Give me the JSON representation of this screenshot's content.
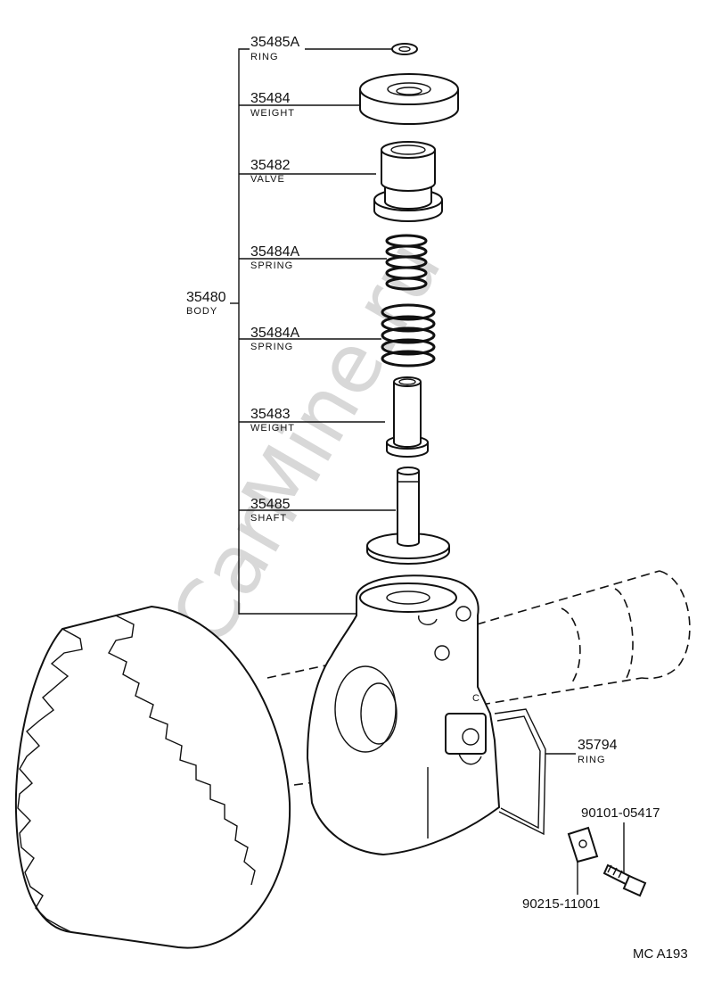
{
  "watermark": "ToyotaCarMine.ru",
  "figure_code": "MC  A193",
  "body": {
    "number": "35480",
    "name": "BODY"
  },
  "parts": [
    {
      "number": "35485A",
      "name": "RING"
    },
    {
      "number": "35484",
      "name": "WEIGHT"
    },
    {
      "number": "35482",
      "name": "VALVE"
    },
    {
      "number": "35484A",
      "name": "SPRING"
    },
    {
      "number": "35484A",
      "name": "SPRING"
    },
    {
      "number": "35483",
      "name": "WEIGHT"
    },
    {
      "number": "35485",
      "name": "SHAFT"
    },
    {
      "number": "35794",
      "name": "RING"
    }
  ],
  "fasteners": [
    {
      "number": "90101-05417"
    },
    {
      "number": "90215-11001"
    }
  ],
  "body_mark": "C"
}
